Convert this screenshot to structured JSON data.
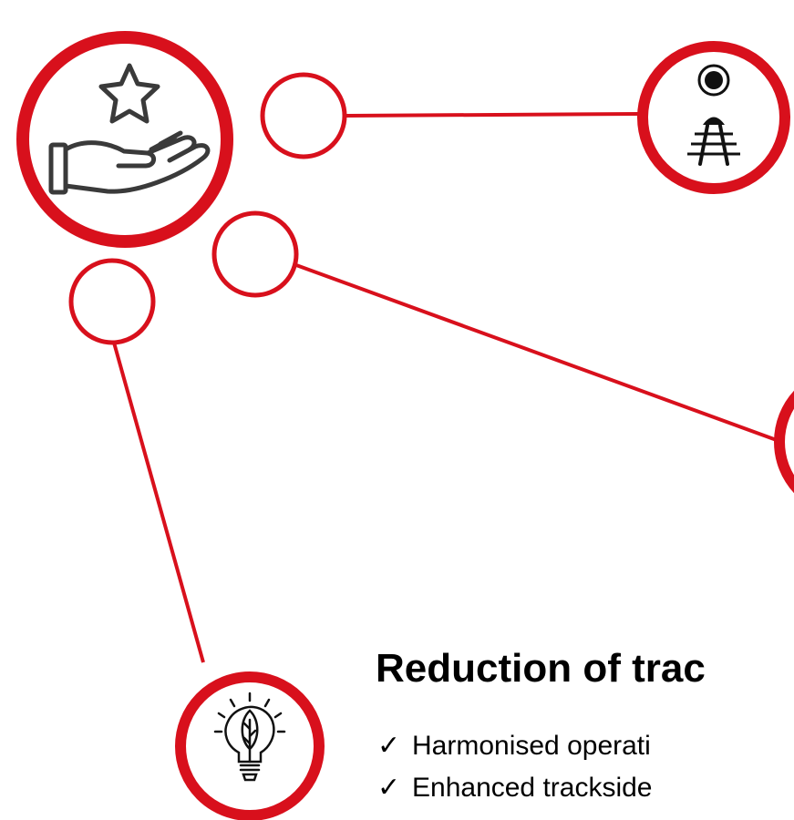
{
  "colors": {
    "accent": "#D8101C",
    "icon": "#3a3a3a",
    "text": "#000000"
  },
  "icons": {
    "hub": "hand-with-star-icon",
    "top_right": "railway-signal-track-icon",
    "bottom_left": "lightbulb-leaf-icon"
  },
  "heading": "Reduction of trac",
  "bullets": [
    {
      "mark": "✓",
      "text": "Harmonised operati"
    },
    {
      "mark": "✓",
      "text": "Enhanced trackside"
    }
  ]
}
